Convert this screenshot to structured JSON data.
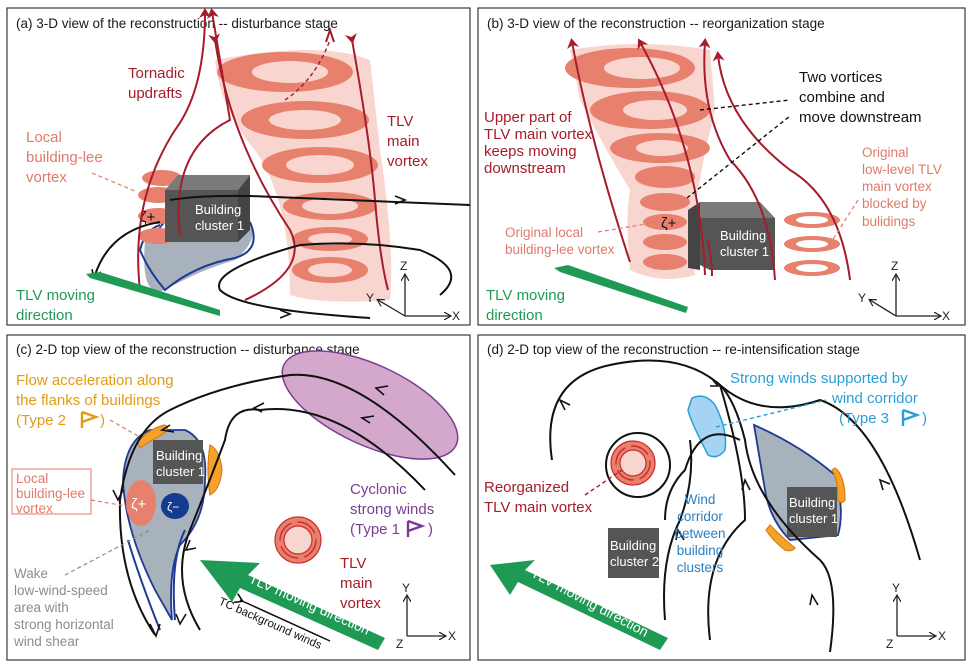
{
  "panels": {
    "a": {
      "title": "(a) 3-D view of the reconstruction -- disturbance stage",
      "labels": {
        "tornadic_1": "Tornadic",
        "tornadic_2": "updrafts",
        "tlv_1": "TLV",
        "tlv_2": "main",
        "tlv_3": "vortex",
        "local_1": "Local",
        "local_2": "building-lee",
        "local_3": "vortex",
        "building_1": "Building",
        "building_2": "cluster 1",
        "zeta": "ζ+",
        "moving_1": "TLV moving",
        "moving_2": "direction"
      },
      "axes": {
        "z": "Z",
        "y": "Y",
        "x": "X"
      }
    },
    "b": {
      "title": "(b) 3-D view of the reconstruction -- reorganization stage",
      "labels": {
        "two_1": "Two vortices",
        "two_2": "combine and",
        "two_3": "move downstream",
        "upper_1": "Upper part of",
        "upper_2": "TLV main vortex",
        "upper_3": "keeps moving",
        "upper_4": "downstream",
        "orig_local_1": "Original local",
        "orig_local_2": "building-lee vortex",
        "orig_low_1": "Original",
        "orig_low_2": "low-level TLV",
        "orig_low_3": "main vortex",
        "orig_low_4": "blocked by",
        "orig_low_5": "bulidings",
        "building_1": "Building",
        "building_2": "cluster 1",
        "zeta": "ζ+",
        "moving_1": "TLV moving",
        "moving_2": "direction"
      },
      "axes": {
        "z": "Z",
        "y": "Y",
        "x": "X"
      }
    },
    "c": {
      "title": "(c) 2-D top view of the reconstruction -- disturbance stage",
      "labels": {
        "flow_1": "Flow acceleration along",
        "flow_2": "the flanks of buildings",
        "flow_3": "(Type 2",
        "flow_close": ")",
        "local_1": "Local",
        "local_2": "building-lee",
        "local_3": "vortex",
        "building_1": "Building",
        "building_2": "cluster 1",
        "zeta_pos": "ζ+",
        "zeta_neg": "ζ−",
        "cyclonic_1": "Cyclonic",
        "cyclonic_2": "strong winds",
        "cyclonic_3": "(Type 1",
        "cyclonic_close": ")",
        "tlv_1": "TLV",
        "tlv_2": "main",
        "tlv_3": "vortex",
        "wake_1": "Wake",
        "wake_2": "low-wind-speed",
        "wake_3": "area with",
        "wake_4": "strong horizontal",
        "wake_5": "wind shear",
        "moving": "TLV moving direction",
        "tc_winds": "TC background winds"
      },
      "axes": {
        "z": "Z",
        "y": "Y",
        "x": "X"
      }
    },
    "d": {
      "title": "(d) 2-D top view of the reconstruction -- re-intensification stage",
      "labels": {
        "strong_1": "Strong winds supported by",
        "strong_2": "wind corridor",
        "strong_3": "(Type 3",
        "strong_close": ")",
        "reorg_1": "Reorganized",
        "reorg_2": "TLV main vortex",
        "corridor_1": "Wind",
        "corridor_2": "corridor",
        "corridor_3": "between",
        "corridor_4": "building",
        "corridor_5": "clusters",
        "building1_1": "Building",
        "building1_2": "cluster 1",
        "building2_1": "Building",
        "building2_2": "cluster 2",
        "moving": "TLV moving direction"
      },
      "axes": {
        "z": "Z",
        "y": "Y",
        "x": "X"
      }
    }
  },
  "colors": {
    "tlv_red": "#a51c2a",
    "vortex_salmon": "#e8806e",
    "vortex_halo": "#f9d5cf",
    "tlv_green": "#1f9a55",
    "type1_purple": "#7a3d94",
    "type2_orange": "#e39a16",
    "type3_cyan": "#2a9fd6",
    "building_gray": "#555555",
    "wake_gray": "#a8b2bd",
    "wake_outline": "#1f3a93"
  }
}
